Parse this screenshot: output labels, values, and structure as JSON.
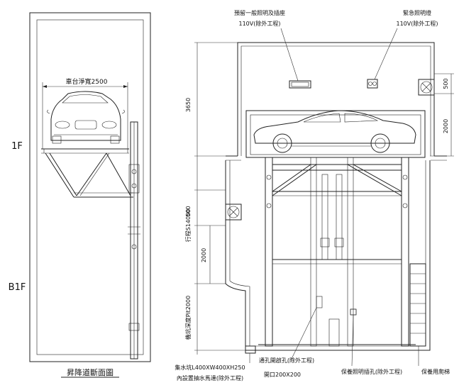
{
  "left_view": {
    "title": "昇降道斷面圖",
    "floor_1f": "1F",
    "floor_b1f": "B1F",
    "car_width_dim": "車台淨寬2500"
  },
  "right_view": {
    "labels": {
      "reserved_light": "預留一般照明及插座",
      "reserved_light_note": "110V(除外工程)",
      "emergency_light": "緊急照明燈",
      "emergency_light_note": "110V(除外工程)",
      "sump_pit": "集水坑L400XW400XH250",
      "sump_pit_note": "內設置抽水馬達(除外工程)",
      "vent_hole": "通孔開啟孔(除外工程)",
      "opening": "開口200X200",
      "protection_light": "保養照明插孔(除外工程)",
      "ladder": "保養用爬梯"
    },
    "dims": {
      "top_height": "3650",
      "upper_right": "500",
      "car_space": "2000",
      "travel": "行程S14000",
      "fan_side": "500",
      "lower_mid": "2000",
      "pit_depth": "機坑深度Pit2000"
    }
  }
}
